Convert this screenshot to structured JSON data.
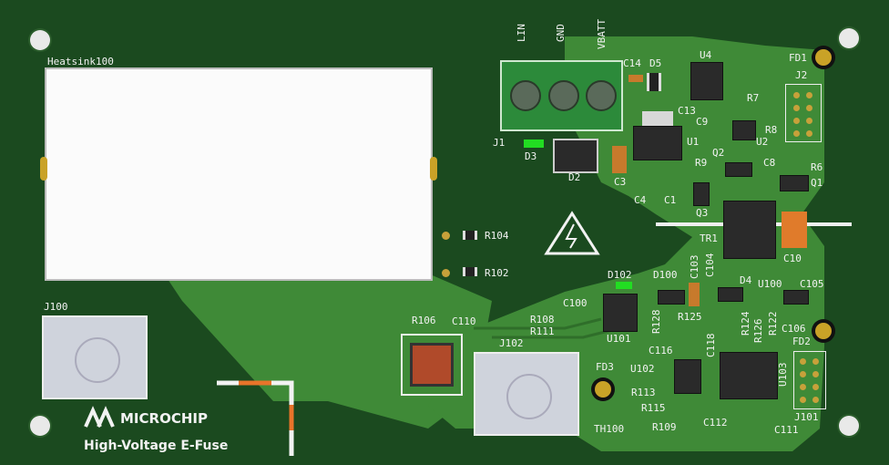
{
  "board": {
    "heatsink_label": "Heatsink100",
    "connector_labels": [
      "LIN",
      "GND",
      "VBATT"
    ],
    "brand": "MICROCHIP",
    "title": "High-Voltage E-Fuse"
  },
  "ref_designators": {
    "j1": "J1",
    "d3": "D3",
    "d2": "D2",
    "c14": "C14",
    "d5": "D5",
    "u4": "U4",
    "fd1": "FD1",
    "j2": "J2",
    "c13": "C13",
    "c9": "C9",
    "r7": "R7",
    "r8": "R8",
    "u2": "U2",
    "u1": "U1",
    "c3": "C3",
    "c4": "C4",
    "c1": "C1",
    "r9": "R9",
    "q2": "Q2",
    "c8": "C8",
    "r6": "R6",
    "q1": "Q1",
    "q3": "Q3",
    "tr1": "TR1",
    "r104": "R104",
    "r102": "R102",
    "c10": "C10",
    "d102": "D102",
    "d100": "D100",
    "c103": "C103",
    "c104": "C104",
    "d4": "D4",
    "u100": "U100",
    "c105": "C105",
    "c100": "C100",
    "j100": "J100",
    "r106": "R106",
    "c110": "C110",
    "r108": "R108",
    "r111": "R111",
    "u101": "U101",
    "r128": "R128",
    "r125": "R125",
    "r124": "R124",
    "r126": "R126",
    "r122": "R122",
    "c106": "C106",
    "fd2": "FD2",
    "j102": "J102",
    "c116": "C116",
    "c118": "C118",
    "u103": "U103",
    "fd3": "FD3",
    "u102": "U102",
    "r113": "R113",
    "r115": "R115",
    "j101": "J101",
    "th100": "TH100",
    "r109": "R109",
    "c112": "C112",
    "c111": "C111"
  }
}
